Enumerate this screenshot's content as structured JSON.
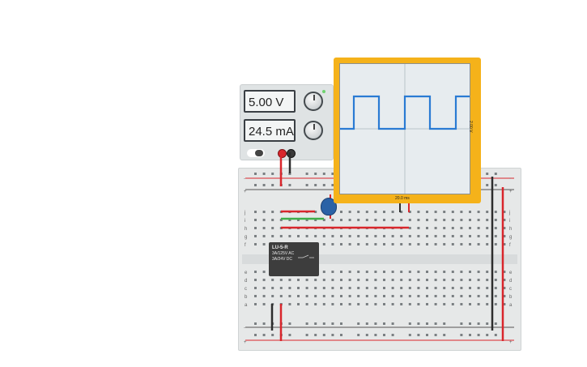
{
  "power_supply": {
    "voltage_display": "5.00 V",
    "current_display": "24.5 mA"
  },
  "oscilloscope": {
    "volts_per_div": "2.00 V",
    "time_per_div": "20.0 ms"
  },
  "breadboard": {
    "row_letters_top": [
      "j",
      "i",
      "h",
      "g",
      "f"
    ],
    "row_letters_bottom": [
      "e",
      "d",
      "c",
      "b",
      "a"
    ],
    "rail_plus": "+",
    "rail_minus": "-"
  },
  "relay": {
    "model": "LU-5-R",
    "rating_ac": "3A/125V AC",
    "rating_dc": "3A/24V DC"
  },
  "colors": {
    "scope_frame": "#f5b21a",
    "trace": "#2a7bd3",
    "wire_red": "#d9262c",
    "wire_black": "#2d2d2d",
    "wire_green": "#3fae49"
  }
}
